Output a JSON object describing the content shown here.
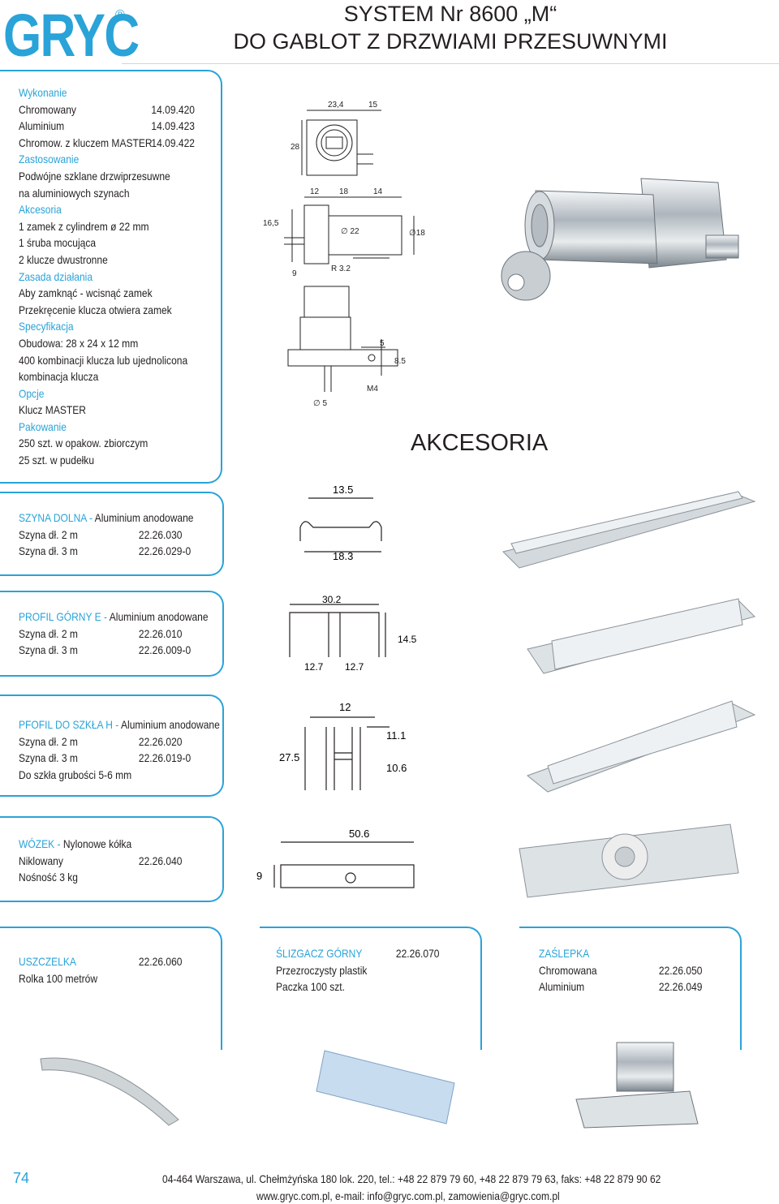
{
  "header": {
    "logo_text": "GRYC",
    "logo_mark": "®",
    "title_line1": "SYSTEM Nr 8600 „M“",
    "title_line2": "DO GABLOT Z DRZWIAMI PRZESUWNYMI",
    "brand_color": "#29a3d8"
  },
  "lock": {
    "wykonanie_head": "Wykonanie",
    "finishes": [
      {
        "name": "Chromowany",
        "code": "14.09.420"
      },
      {
        "name": "Aluminium",
        "code": "14.09.423"
      },
      {
        "name": "Chromow. z kluczem MASTER",
        "code": "14.09.422"
      }
    ],
    "zastosowanie_head": "Zastosowanie",
    "zastosowanie": [
      "Podwójne szklane drzwiprzesuwne",
      "na aluminiowych szynach"
    ],
    "akcesoria_head": "Akcesoria",
    "akcesoria": [
      "1 zamek z cylindrem ø 22 mm",
      "1 śruba mocująca",
      "2 klucze dwustronne"
    ],
    "zasada_head": "Zasada działania",
    "zasada": [
      "Aby zamknąć - wcisnąć zamek",
      "Przekręcenie klucza otwiera zamek"
    ],
    "specyfikacja_head": "Specyfikacja",
    "specyfikacja": [
      "Obudowa: 28 x 24 x 12 mm",
      "400 kombinacji klucza lub ujednolicona",
      "kombinacja klucza"
    ],
    "opcje_head": "Opcje",
    "opcje": [
      "Klucz MASTER"
    ],
    "pakowanie_head": "Pakowanie",
    "pakowanie": [
      "250 szt. w opakow. zbiorczym",
      "25 szt. w pudełku"
    ],
    "drawing": {
      "d1": "23,4",
      "d2": "15",
      "d3": "28",
      "d4": "12",
      "d5": "18",
      "d6": "14",
      "d7": "16,5",
      "d8": "∅ 22",
      "d9": "∅18",
      "d10": "9",
      "d11": "R 3.2",
      "d12": "5",
      "d13": "8.5",
      "d14": "M4",
      "d15": "∅ 5"
    }
  },
  "akcesoria_title": "AKCESORIA",
  "szyna": {
    "title": "SZYNA DOLNA - ",
    "subtitle": "Aluminium anodowane",
    "rows": [
      {
        "name": "Szyna dł. 2 m",
        "code": "22.26.030"
      },
      {
        "name": "Szyna dł. 3 m",
        "code": "22.26.029-0"
      }
    ],
    "dim_top": "13.5",
    "dim_bottom": "18.3"
  },
  "profil_e": {
    "title": "PROFIL GÓRNY E - ",
    "subtitle": "Aluminium anodowane",
    "rows": [
      {
        "name": "Szyna dł. 2 m",
        "code": "22.26.010"
      },
      {
        "name": "Szyna dł. 3 m",
        "code": "22.26.009-0"
      }
    ],
    "dim_top": "30.2",
    "dim_right": "14.5",
    "dim_b1": "12.7",
    "dim_b2": "12.7"
  },
  "profil_h": {
    "title": "PFOFIL DO SZKŁA H - ",
    "subtitle": "Aluminium anodowane",
    "rows": [
      {
        "name": "Szyna dł. 2 m",
        "code": "22.26.020"
      },
      {
        "name": "Szyna dł. 3 m",
        "code": "22.26.019-0"
      }
    ],
    "note": "Do szkła grubości 5-6 mm",
    "dim_top": "12",
    "dim_left": "27.5",
    "dim_r1": "11.1",
    "dim_r2": "10.6"
  },
  "wozek": {
    "title": "WÓZEK - ",
    "subtitle": "Nylonowe kółka",
    "rows": [
      {
        "name": "Niklowany",
        "code": "22.26.040"
      },
      {
        "name": "Nośność 3 kg",
        "code": ""
      }
    ],
    "dim_top": "50.6",
    "dim_left": "9"
  },
  "uszczelka": {
    "title": "USZCZELKA",
    "code": "22.26.060",
    "line": "Rolka 100 metrów"
  },
  "slizgacz": {
    "title": "ŚLIZGACZ GÓRNY",
    "code": "22.26.070",
    "lines": [
      "Przezroczysty plastik",
      "Paczka 100 szt."
    ]
  },
  "zaslepka": {
    "title": "ZAŚLEPKA",
    "rows": [
      {
        "name": "Chromowana",
        "code": "22.26.050"
      },
      {
        "name": "Aluminium",
        "code": "22.26.049"
      }
    ]
  },
  "footer": {
    "page": "74",
    "line1": "04-464 Warszawa, ul. Chełmżyńska 180 lok. 220, tel.: +48 22 879 79 60, +48 22 879 79 63, faks: +48 22 879 90 62",
    "line2": "www.gryc.com.pl, e-mail: info@gryc.com.pl, zamowienia@gryc.com.pl"
  }
}
